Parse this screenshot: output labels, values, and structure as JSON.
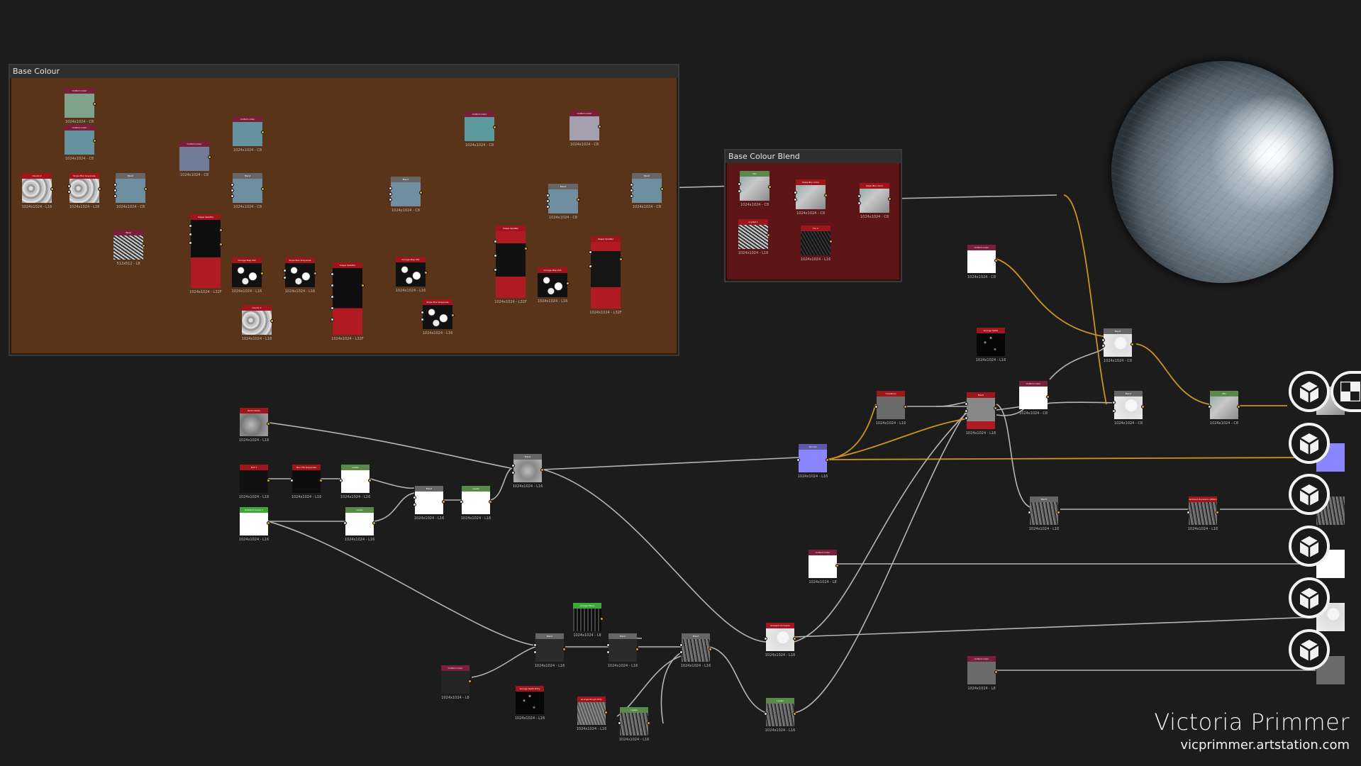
{
  "frames": {
    "base_colour": "Base Colour",
    "base_colour_blend": "Base Colour Blend"
  },
  "nodes": {
    "uc1": "Uniform Color",
    "uc2": "Uniform Color",
    "uc3": "Uniform Color",
    "uc4": "Uniform Color",
    "uc5": "Uniform Color",
    "uc6": "Uniform Color",
    "clouds2a": "Clouds 2",
    "slopeblur1": "Slope Blur Grayscale",
    "blend1": "Blend",
    "blend2": "Blend",
    "blend3": "Blend",
    "blend4": "Blend",
    "blend5": "Blend",
    "shape_splatter": "Shape Splatter",
    "directional_warp": "Warp",
    "grunge_map_002": "Grunge Map 002",
    "slope_blur2": "Slope Blur Grayscale",
    "clouds2b": "Clouds 2",
    "shape_splatter2": "Shape Splatter",
    "grunge_map_001": "Grunge Map 001",
    "slopeblur3": "Slope Blur Grayscale",
    "shape_splatter3": "Shape Splatter",
    "grunge_map_012": "Grunge Map 012",
    "shape_splatter4": "Shape Splatter",
    "blb_mix": "Mix",
    "blb_slope": "Slope Blur Color",
    "blb_slope2": "Slope Blur Color",
    "blb_crystal": "Crystal 1",
    "blb_fur": "Fur 2",
    "uc_right": "Uniform Color",
    "grunge_spots": "Grunge Spots",
    "curvature": "Curvature",
    "mask": "Blend",
    "uc_mid": "Uniform Color",
    "blend_r1": "Blend",
    "blend_r2": "Blend",
    "mix_r": "Mix",
    "blend_r3": "Blend",
    "ambient_r": "Ambient Occlusion (RTAO)",
    "perlin": "Perlin Noise",
    "dirt": "Dirt 3",
    "blur_hq": "Blur HQ Grayscale",
    "levels1": "Levels",
    "gradient": "Gradient Linear 1",
    "levels2": "Levels",
    "blend_l1": "Blend",
    "levels3": "Levels",
    "blend_l2": "Blend",
    "normal": "Normal",
    "uc_l": "Uniform Color",
    "grunge_spots_dirty": "Grunge Spots Dirty",
    "grunge_rough": "Grunge Rough Dirty",
    "crystal_fur": "Grunge Fibers",
    "blend_b1": "Blend",
    "blend_b2": "Blend",
    "blend_b3": "Blend",
    "levels_b": "Levels",
    "levels_c": "Levels",
    "ambient": "Ambient Occlusion (HBAO)",
    "uc_b1": "Uniform Color",
    "uc_b2": "Uniform Color"
  },
  "res": {
    "c8": "1024x1024 - C8",
    "l16": "1024x1024 - L16",
    "l8": "1024x1024 - L8",
    "l16f": "1024x1024 - L32F",
    "s512": "512x512 - L8"
  },
  "credit": {
    "name": "Victoria Primmer",
    "url": "vicprimmer.artstation.com"
  },
  "colors": {
    "background": "#1c1c1c",
    "frame_base": "#5a3418",
    "frame_blend": "#5e1518",
    "wire": "#c8c8c8",
    "wire_active": "#e0a020",
    "node_red": "#a0141c",
    "node_green": "#5a8a4a",
    "node_gray": "#666666"
  },
  "icons": {
    "output": "cube-icon",
    "toggle": "checker-icon"
  }
}
